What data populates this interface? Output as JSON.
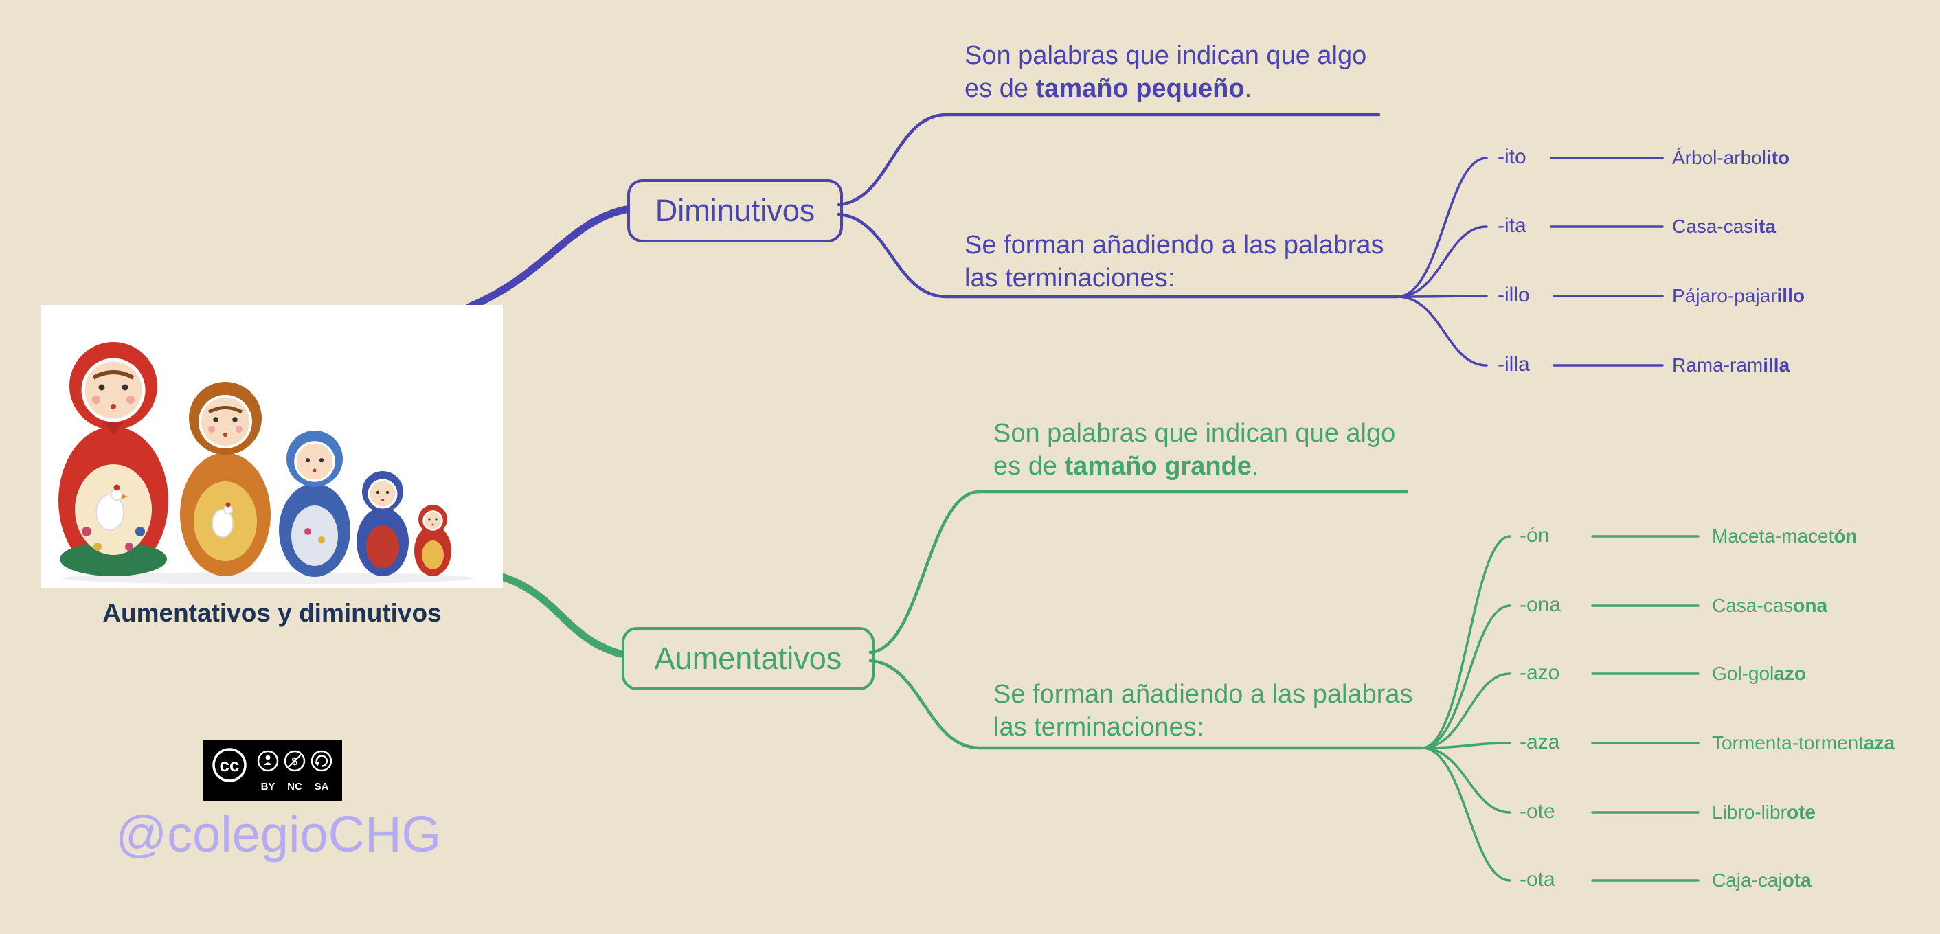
{
  "colors": {
    "background": "#ece3cf",
    "purple": "#4a43b2",
    "green": "#43a56e",
    "title": "#1d3357",
    "handle": "#b4abf2",
    "badge_background": "#000000"
  },
  "image": {
    "caption": "Aumentativos y diminutivos"
  },
  "handle": "@colegioCHG",
  "cc_badge": {
    "logo": "cc",
    "nc_glyph": "$",
    "labels": [
      "BY",
      "NC",
      "SA"
    ]
  },
  "diminutivos": {
    "node_label": "Diminutivos",
    "def_line1": "Son palabras que indican que algo",
    "def_line2_pre": "es de ",
    "def_line2_bold": "tamaño pequeño",
    "def_line2_post": ".",
    "form_line1": "Se forman añadiendo a las palabras",
    "form_line2": "las terminaciones:",
    "suffixes": [
      {
        "suffix": "-ito",
        "example_pre": "Árbol-arbol",
        "example_bold": "ito"
      },
      {
        "suffix": "-ita",
        "example_pre": "Casa-cas",
        "example_bold": "ita"
      },
      {
        "suffix": "-illo",
        "example_pre": "Pájaro-pajar",
        "example_bold": "illo"
      },
      {
        "suffix": "-illa",
        "example_pre": "Rama-ram",
        "example_bold": "illa"
      }
    ]
  },
  "aumentativos": {
    "node_label": "Aumentativos",
    "def_line1": "Son palabras que indican que algo",
    "def_line2_pre": "es de ",
    "def_line2_bold": "tamaño grande",
    "def_line2_post": ".",
    "form_line1": "Se forman añadiendo a las palabras",
    "form_line2": "las terminaciones:",
    "suffixes": [
      {
        "suffix": "-ón",
        "example_pre": "Maceta-macet",
        "example_bold": "ón"
      },
      {
        "suffix": "-ona",
        "example_pre": "Casa-cas",
        "example_bold": "ona"
      },
      {
        "suffix": "-azo",
        "example_pre": "Gol-gol",
        "example_bold": "azo"
      },
      {
        "suffix": "-aza",
        "example_pre": "Tormenta-torment",
        "example_bold": "aza"
      },
      {
        "suffix": "-ote",
        "example_pre": "Libro-libr",
        "example_bold": "ote"
      },
      {
        "suffix": "-ota",
        "example_pre": "Caja-caj",
        "example_bold": "ota"
      }
    ]
  }
}
